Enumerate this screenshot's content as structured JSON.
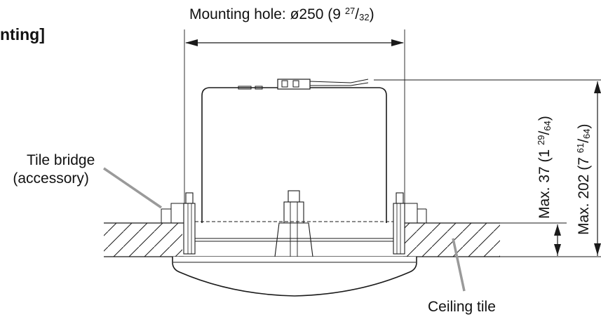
{
  "heading": "nting]",
  "mounting_hole": {
    "prefix": "Mounting hole: ø250 (9 ",
    "frac_num": "27",
    "frac_sep": "/",
    "frac_den": "32",
    "suffix": ")"
  },
  "tile_bridge": {
    "line1": "Tile bridge",
    "line2": "(accessory)"
  },
  "ceiling_tile": "Ceiling tile",
  "dim_37": {
    "prefix": "Max. 37 (1 ",
    "frac_num": "29",
    "frac_sep": "/",
    "frac_den": "64",
    "suffix": ")"
  },
  "dim_202": {
    "prefix": "Max. 202 (7 ",
    "frac_num": "61",
    "frac_sep": "/",
    "frac_den": "64",
    "suffix": ")"
  },
  "colors": {
    "line": "#1a1a1a",
    "leader": "#9a9a9a",
    "background": "#ffffff"
  }
}
